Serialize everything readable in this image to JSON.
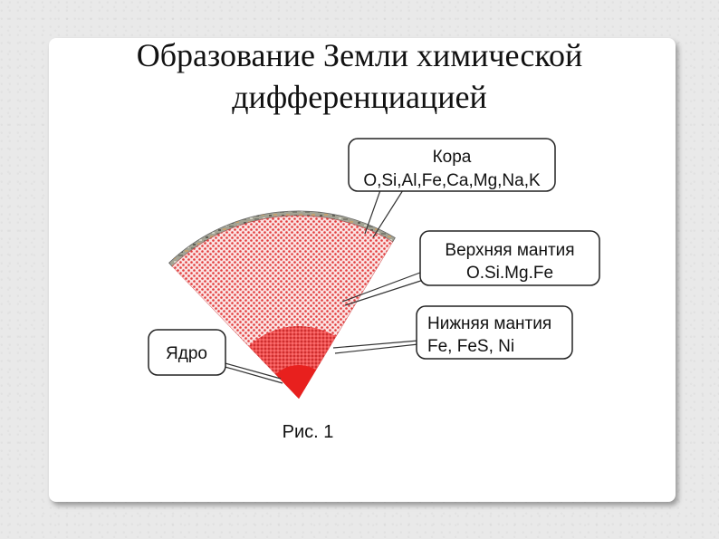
{
  "slide": {
    "title_line1": "Образование Земли химической",
    "title_line2": "дифференциацией"
  },
  "diagram": {
    "crust": {
      "label": "Кора",
      "elements": "O,Si,Al,Fe,Ca,Mg,Na,K"
    },
    "upper_mantle": {
      "label": "Верхняя мантия",
      "elements": "O.Si.Mg.Fe"
    },
    "lower_mantle": {
      "label": "Нижняя мантия",
      "elements": "Fe, FeS, Ni"
    },
    "core": {
      "label": "Ядро"
    },
    "caption": "Рис. 1"
  },
  "colors": {
    "crust": "#9a9a8a",
    "upper_mantle": "#f4b8b8",
    "lower_mantle": "#e83a3a",
    "core": "#e8201e"
  }
}
